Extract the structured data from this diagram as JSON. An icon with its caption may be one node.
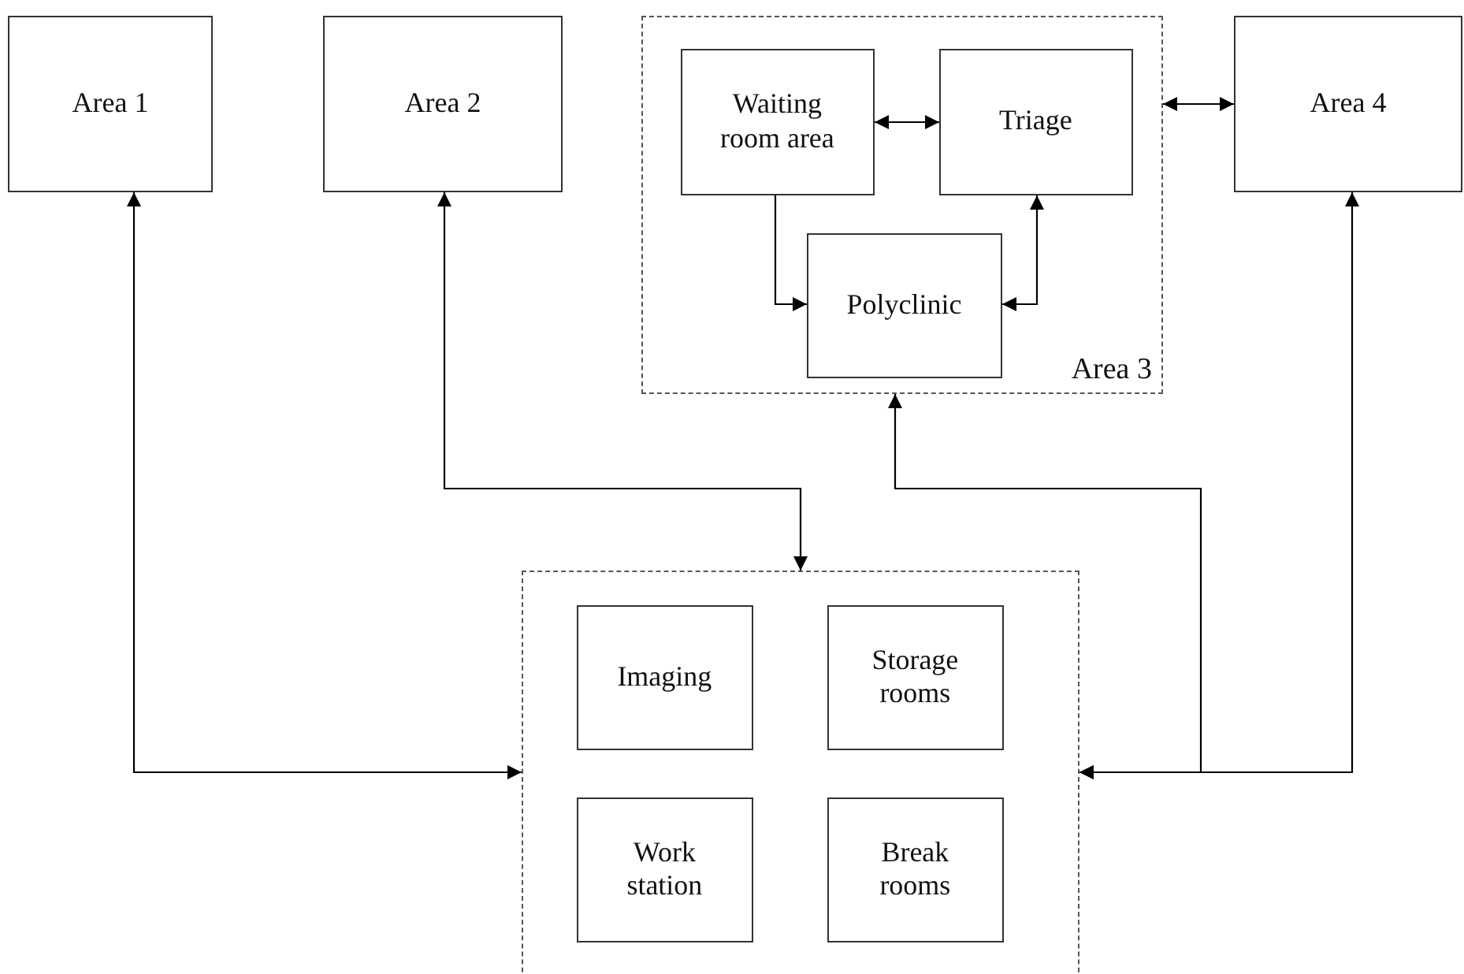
{
  "diagram": {
    "nodes": [
      {
        "text": [
          "Area 1"
        ]
      },
      {
        "text": [
          "Area 2"
        ]
      },
      {
        "text": [
          "Area 3"
        ]
      },
      {
        "text": [
          "Waiting room area"
        ],
        "in": 2
      },
      {
        "text": [
          "Triage"
        ],
        "in": 2
      },
      {
        "text": [
          "Polyclinic"
        ],
        "in": 2
      },
      {
        "text": [
          "Area 4"
        ]
      },
      {
        "text": [],
        "shape": "box"
      },
      {
        "text": [
          "Imaging"
        ],
        "in": 7
      },
      {
        "text": [
          "Storage rooms"
        ],
        "in": 7
      },
      {
        "text": [
          "Work station"
        ],
        "in": 7
      },
      {
        "text": [
          "Break rooms"
        ],
        "in": 7
      }
    ],
    "edges": [
      {
        "from": 0,
        "to": 7,
        "arrow": "both"
      },
      {
        "from": 1,
        "to": 7,
        "arrow": "both"
      },
      {
        "from": 3,
        "to": 4,
        "arrow": "both"
      },
      {
        "from": 2,
        "to": 6,
        "arrow": "both"
      },
      {
        "from": 3,
        "to": 5,
        "arrow": "to"
      },
      {
        "from": 5,
        "to": 4,
        "arrow": "both"
      },
      {
        "from": 7,
        "to": 2,
        "arrow": "both"
      },
      {
        "from": 6,
        "to": 7,
        "arrow": "both"
      }
    ]
  }
}
